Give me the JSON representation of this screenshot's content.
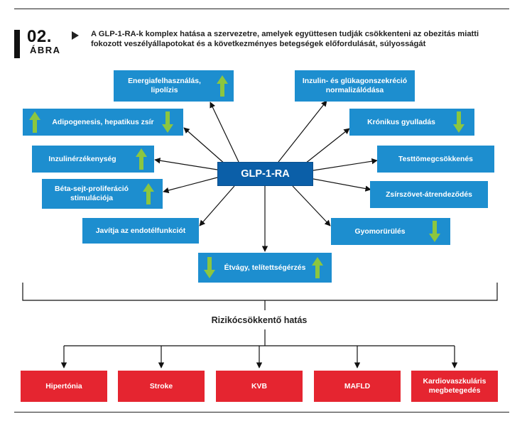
{
  "figure": {
    "number": "02.",
    "label": "ÁBRA",
    "caption": "A GLP-1-RA-k komplex hatása a szervezetre, amelyek együttesen tudják csökkenteni az obezitás miatti fokozott veszélyállapotokat és a következményes betegségek előfordulását, súlyosságát"
  },
  "center": {
    "label": "GLP-1-RA"
  },
  "effects": {
    "energy": {
      "label": "Energiafelhasználás, lipolízis",
      "arrow": "up"
    },
    "insulin_secretion": {
      "label": "Inzulin- és glükagonszekréció normalizálódása"
    },
    "adipogenesis": {
      "label": "Adipogenesis, hepatikus zsír",
      "arrows": [
        "up",
        "down"
      ]
    },
    "inflammation": {
      "label": "Krónikus gyulladás",
      "arrow": "down"
    },
    "insulin_sensitivity": {
      "label": "Inzulinérzékenység",
      "arrow": "up"
    },
    "weight_loss": {
      "label": "Testtömegcsökkenés"
    },
    "beta_cell": {
      "label": "Béta-sejt-proliferáció stimulációja",
      "arrow": "up"
    },
    "fat_redistribution": {
      "label": "Zsírszövet-átrendeződés"
    },
    "endothelial": {
      "label": "Javítja az endotélfunkciót"
    },
    "gastric": {
      "label": "Gyomorürülés",
      "arrow": "down"
    },
    "appetite": {
      "label": "Étvágy, telítettségérzés",
      "arrows": [
        "down",
        "up"
      ]
    }
  },
  "risk_label": "Rizikócsökkentő hatás",
  "outcomes": [
    {
      "label": "Hipertónia"
    },
    {
      "label": "Stroke"
    },
    {
      "label": "KVB"
    },
    {
      "label": "MAFLD"
    },
    {
      "label": "Kardiovaszkuláris megbetegedés"
    }
  ],
  "colors": {
    "box_blue": "#1d8ecf",
    "center_blue": "#0b5fa8",
    "arrow_green": "#8cc63f",
    "outcome_red": "#e52530"
  },
  "icons": {
    "up": "green-up-arrow-icon",
    "down": "green-down-arrow-icon"
  }
}
